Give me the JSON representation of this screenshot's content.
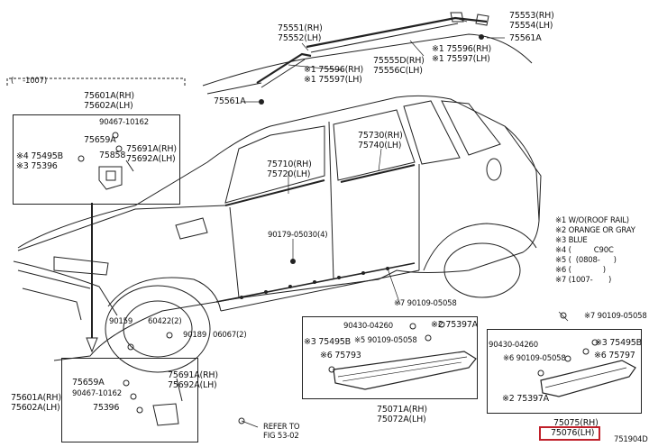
{
  "labels": {
    "p75551_rh": "75551(RH)",
    "p75552_lh": "75552(LH)",
    "p75553_rh": "75553(RH)",
    "p75554_lh": "75554(LH)",
    "p75561a_top": "75561A",
    "p75596_rh_top": "※1 75596(RH)",
    "p75597_lh_top": "※1 75597(LH)",
    "p75555d": "75555D(RH)",
    "p75556c": "75556C(LH)",
    "p75596_rh_mid": "※1 75596(RH)",
    "p75597_lh_mid": "※1 75597(LH)",
    "p75561a_roof": "75561A",
    "date_topleft": "(    -1007)",
    "p75601a_rh": "75601A(RH)",
    "p75602a_lh": "75602A(LH)",
    "p90467": "90467-10162",
    "p75659a": "75659A",
    "p75691a": "75691A(RH)",
    "p75858": "75858",
    "p75692a": "75692A(LH)",
    "p75495b": "※4 75495B",
    "p75396": "※3 75396",
    "p75710": "75710(RH)",
    "p75720": "75720(LH)",
    "p75730": "75730(RH)",
    "p75740": "75740(LH)",
    "p90179": "90179-05030(4)",
    "p90159": "90159",
    "p60422": "60422(2)",
    "p90189": "90189",
    "p06067": "06067(2)",
    "p75659a_b": "75659A",
    "p90467_b": "90467-10162",
    "p75691a_b": "75691A(RH)",
    "p75692a_b": "75692A(LH)",
    "p75601a_b": "75601A(RH)",
    "p75602a_b": "75602A(LH)",
    "p75396_b": "75396",
    "refer": "REFER TO",
    "refer_fig": "FIG 53-02",
    "p790109_mid": "※7 90109-05058",
    "p90430_mid": "90430-04260",
    "p75397a_mid": "※2 75397A",
    "p75495b_mid": "※3 75495B",
    "p590109_mid": "※5 90109-05058",
    "p75793": "※6 75793",
    "p75071a": "75071A(RH)",
    "p75072a": "75072A(LH)",
    "p790109_right": "※7 90109-05058",
    "p90430_right": "90430-04260",
    "p75495b_right": "※3 75495B",
    "p690109_right": "※6 90109-05058",
    "p75797": "※6 75797",
    "p75397a_right": "※2 75397A",
    "p75075_rh": "75075(RH)",
    "p75076_lh": "75076(LH)",
    "fig_code": "751904D"
  },
  "legend": [
    "※1 W/O(ROOF RAIL)",
    "※2 ORANGE OR GRAY",
    "※3 BLUE",
    "※4 (          C90C",
    "※5 (  (0808-      )",
    "※6 (              )",
    "※7 (1007-       )"
  ],
  "highlight": {
    "part": "75076(LH)",
    "color": "#c0202a"
  }
}
